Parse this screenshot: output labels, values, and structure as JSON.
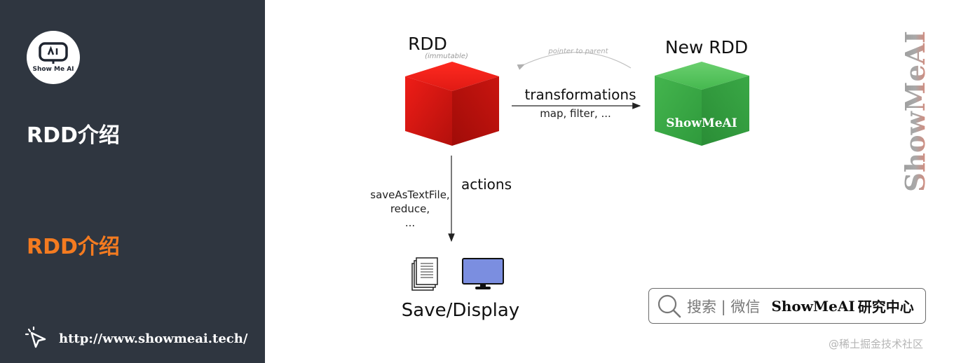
{
  "sidebar": {
    "logo_text": "Show Me AI",
    "title_primary": "RDD介绍",
    "title_secondary": "RDD介绍",
    "url": "http://www.showmeai.tech/"
  },
  "diagram": {
    "rdd_label": "RDD",
    "immutable_note": "(immutable)",
    "new_rdd_label": "New RDD",
    "pointer_note": "pointer to parent",
    "transformations_label": "transformations",
    "transformations_examples": "map, filter, ...",
    "actions_label": "actions",
    "action_examples": [
      "saveAsTextFile,",
      "reduce,",
      "..."
    ],
    "output_label": "Save/Display",
    "cube_watermark": "ShowMeAI"
  },
  "search_box": {
    "hint": "搜索 | 微信",
    "brand": "ShowMeAI",
    "brand_suffix": "研究中心"
  },
  "vertical_logo": "ShowMeAI",
  "footer_community": "@稀土掘金技术社区",
  "colors": {
    "sidebar_bg": "#2f3640",
    "accent_orange": "#f47b20",
    "rdd_red": "#e8201a",
    "new_rdd_green": "#3fb650",
    "monitor_blue": "#7b8ee0"
  }
}
